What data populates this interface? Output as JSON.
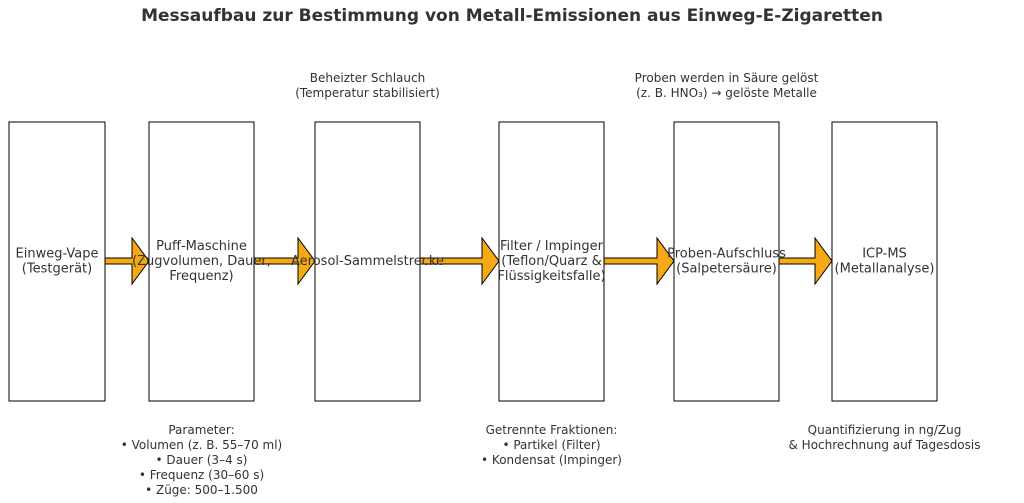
{
  "title": "Messaufbau zur Bestimmung von Metall-Emissionen aus Einweg-E-Zigaretten",
  "colors": {
    "arrow_fill": "#f5a914",
    "box_stroke": "#000000",
    "text": "#333333"
  },
  "nodes": [
    {
      "id": "vape",
      "lines": [
        "Einweg-Vape",
        "(Testgerät)"
      ]
    },
    {
      "id": "puff",
      "lines": [
        "Puff-Maschine",
        "(Zugvolumen, Dauer,",
        "Frequenz)"
      ]
    },
    {
      "id": "aerosol",
      "lines": [
        "Aerosol-Sammelstrecke"
      ]
    },
    {
      "id": "filter",
      "lines": [
        "Filter / Impinger",
        "(Teflon/Quarz &",
        "Flüssigkeitsfalle)"
      ]
    },
    {
      "id": "digest",
      "lines": [
        "Proben-Aufschluss",
        "(Salpetersäure)"
      ]
    },
    {
      "id": "icpms",
      "lines": [
        "ICP-MS",
        "(Metallanalyse)"
      ]
    }
  ],
  "edges": [
    {
      "from": "vape",
      "to": "puff"
    },
    {
      "from": "puff",
      "to": "aerosol"
    },
    {
      "from": "aerosol",
      "to": "filter"
    },
    {
      "from": "filter",
      "to": "digest"
    },
    {
      "from": "digest",
      "to": "icpms"
    }
  ],
  "notes": [
    {
      "id": "aerosol",
      "position": "above",
      "lines": [
        "Beheizter Schlauch",
        "(Temperatur stabilisiert)"
      ]
    },
    {
      "id": "digest",
      "position": "above",
      "lines": [
        "Proben werden in Säure gelöst",
        "(z. B. HNO₃) → gelöste Metalle"
      ]
    },
    {
      "id": "puff",
      "position": "below",
      "lines": [
        "Parameter:",
        "• Volumen (z. B. 55–70 ml)",
        "• Dauer (3–4 s)",
        "• Frequenz (30–60 s)",
        "• Züge: 500–1.500"
      ]
    },
    {
      "id": "filter",
      "position": "below",
      "lines": [
        "Getrennte Fraktionen:",
        "• Partikel (Filter)",
        "• Kondensat (Impinger)"
      ]
    },
    {
      "id": "icpms",
      "position": "below",
      "lines": [
        "Quantifizierung in ng/Zug",
        "& Hochrechnung auf Tagesdosis"
      ]
    }
  ]
}
